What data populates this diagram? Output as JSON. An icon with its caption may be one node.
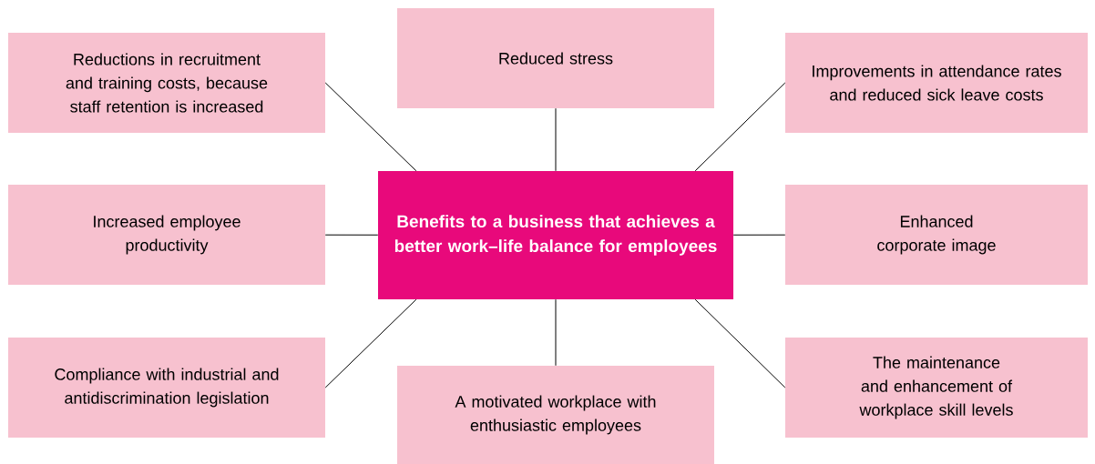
{
  "diagram": {
    "nodes": [
      {
        "text": [
          "Benefits to a business that achieves a better work–life balance for employees"
        ]
      },
      {
        "text": [
          "Reductions in recruitment and training costs, because staff retention is increased"
        ]
      },
      {
        "text": [
          "Reduced stress"
        ]
      },
      {
        "text": [
          "Improvements in attendance rates and reduced sick leave costs"
        ]
      },
      {
        "text": [
          "Increased employee productivity"
        ]
      },
      {
        "text": [
          "Enhanced corporate image"
        ]
      },
      {
        "text": [
          "Compliance with industrial and antidiscrimination legislation"
        ]
      },
      {
        "text": [
          "A motivated workplace with enthusiastic employees"
        ]
      },
      {
        "text": [
          "The maintenance and enhancement of workplace skill levels"
        ]
      }
    ],
    "edges": [
      {
        "from": 0,
        "to": 1,
        "arrow": "none"
      },
      {
        "from": 0,
        "to": 2,
        "arrow": "none"
      },
      {
        "from": 0,
        "to": 3,
        "arrow": "none"
      },
      {
        "from": 0,
        "to": 4,
        "arrow": "none"
      },
      {
        "from": 0,
        "to": 5,
        "arrow": "none"
      },
      {
        "from": 0,
        "to": 6,
        "arrow": "none"
      },
      {
        "from": 0,
        "to": 7,
        "arrow": "none"
      },
      {
        "from": 0,
        "to": 8,
        "arrow": "none"
      }
    ]
  }
}
